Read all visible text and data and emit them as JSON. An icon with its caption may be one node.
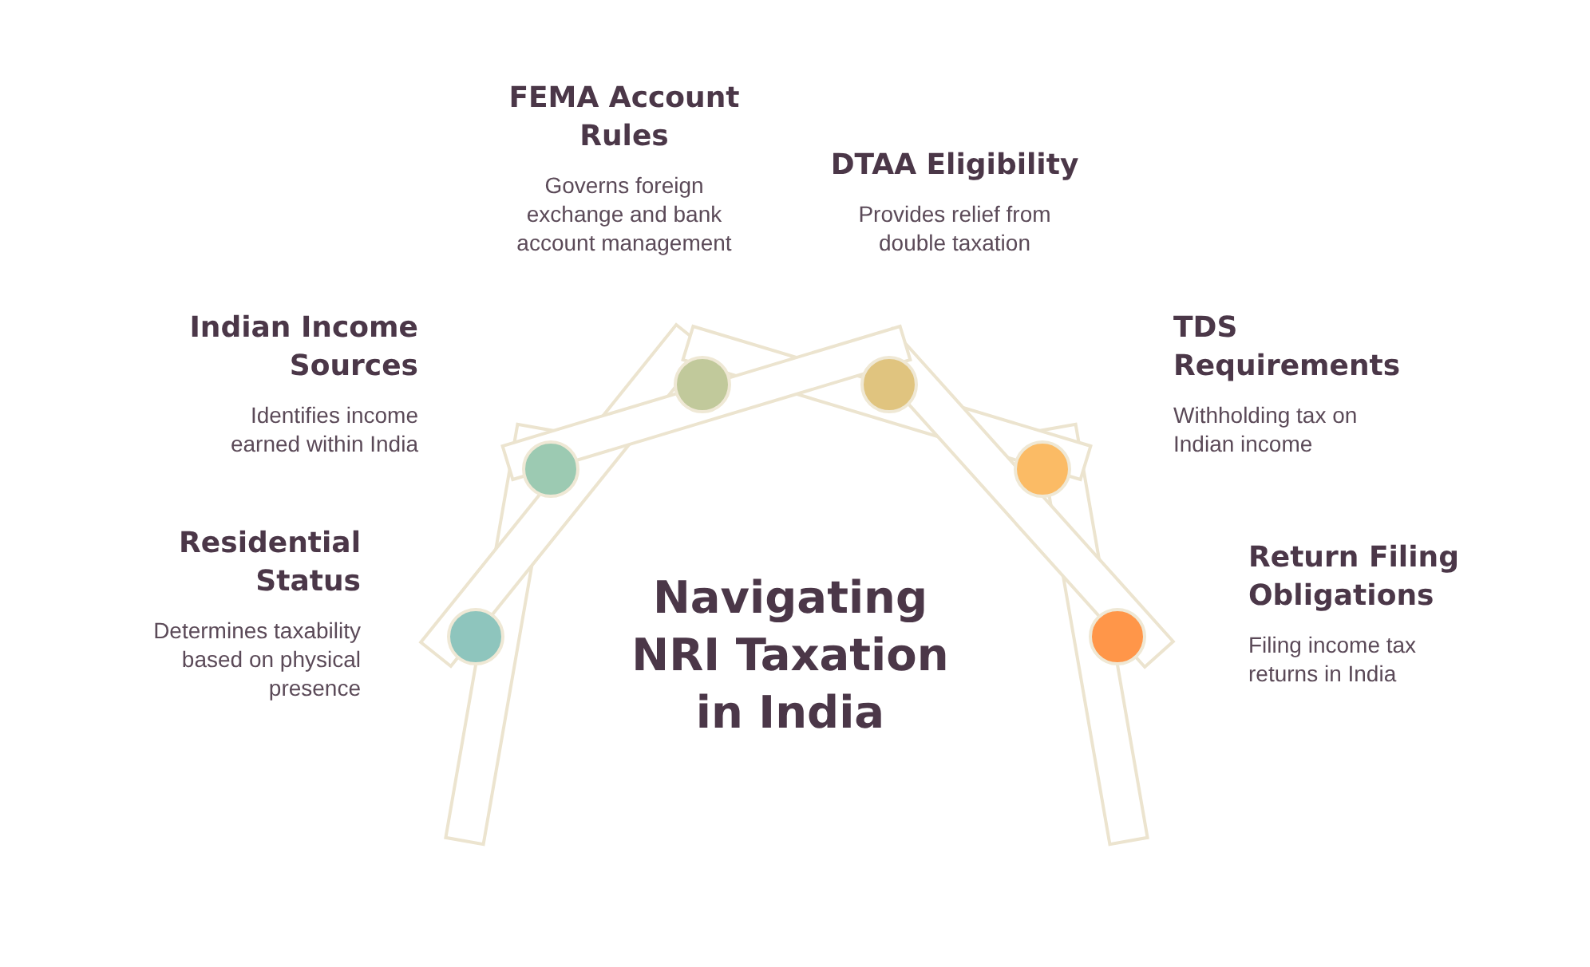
{
  "diagram": {
    "title": "Navigating NRI Taxation in India",
    "nodes": [
      {
        "text": [
          "Residential Status",
          "Determines taxability based on physical presence"
        ]
      },
      {
        "text": [
          "Indian Income Sources",
          "Identifies income earned within India"
        ]
      },
      {
        "text": [
          "FEMA Account Rules",
          "Governs foreign exchange and bank account management"
        ]
      },
      {
        "text": [
          "DTAA Eligibility",
          "Provides relief from double taxation"
        ]
      },
      {
        "text": [
          "TDS Requirements",
          "Withholding tax on Indian income"
        ]
      },
      {
        "text": [
          "Return Filing Obligations",
          "Filing income tax returns in India"
        ]
      }
    ]
  }
}
